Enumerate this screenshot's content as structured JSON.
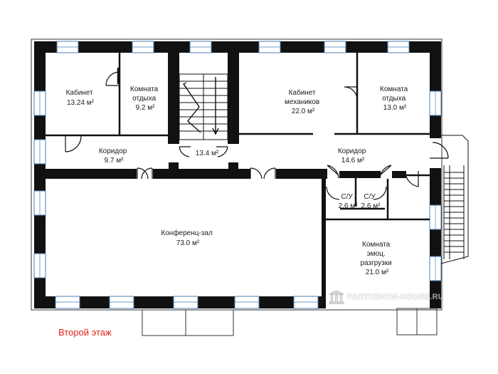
{
  "floor_caption": "Второй этаж",
  "watermark": "PARTHENON-HOUSE.RU",
  "colors": {
    "wall": "#111111",
    "window": "#4a7fb5",
    "caption": "#e2231a",
    "line": "#333333"
  },
  "rooms": [
    {
      "id": "office",
      "lines": [
        "Кабинет",
        "13.24 м²"
      ]
    },
    {
      "id": "rest1",
      "lines": [
        "Комната",
        "отдыха",
        "9.2 м²"
      ]
    },
    {
      "id": "stair",
      "lines": [
        "13.4 м²"
      ]
    },
    {
      "id": "mech",
      "lines": [
        "Кабинет",
        "механиков",
        "22.0 м²"
      ]
    },
    {
      "id": "rest2",
      "lines": [
        "Комната",
        "отдыха",
        "13.0 м²"
      ]
    },
    {
      "id": "corr1",
      "lines": [
        "Коридор",
        "9.7 м²"
      ]
    },
    {
      "id": "corr2",
      "lines": [
        "Коридор",
        "14.6 м²"
      ]
    },
    {
      "id": "wc1",
      "lines": [
        "С/У",
        "2.6 м²"
      ]
    },
    {
      "id": "wc2",
      "lines": [
        "С/У",
        "2.6 м²"
      ]
    },
    {
      "id": "conf",
      "lines": [
        "Конференц-зал",
        "73.0 м²"
      ]
    },
    {
      "id": "relax",
      "lines": [
        "Комната",
        "эмоц.",
        "разгрузки",
        "21.0 м²"
      ]
    }
  ]
}
